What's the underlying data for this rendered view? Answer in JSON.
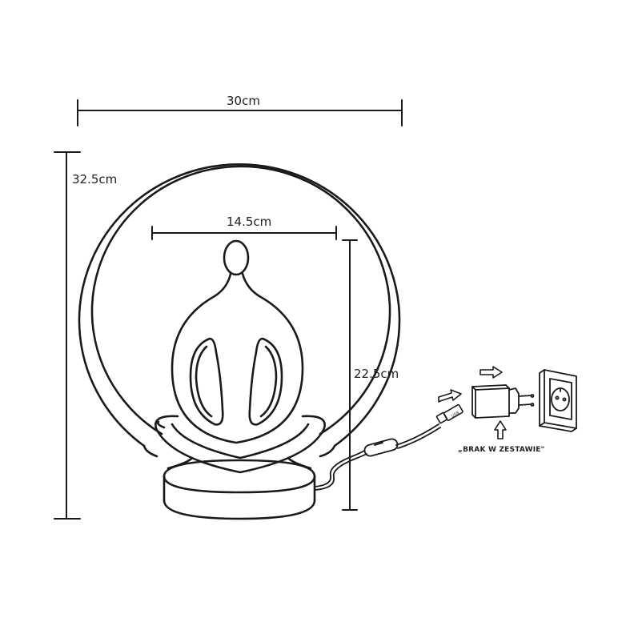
{
  "dimensions": {
    "total_width": "30cm",
    "total_height": "32.5cm",
    "figure_width": "14.5cm",
    "figure_height": "22.5cm"
  },
  "accessories": {
    "usb_label": "USB",
    "not_included_note": "„BRAK W ZESTAWIE\""
  },
  "colors": {
    "line": "#1a1a1a",
    "background": "#ffffff"
  },
  "icons": [
    "lamp-ring",
    "meditating-figure",
    "oval-base",
    "inline-switch",
    "usb-plug",
    "power-adapter",
    "wall-socket",
    "arrow-right",
    "arrow-up"
  ]
}
